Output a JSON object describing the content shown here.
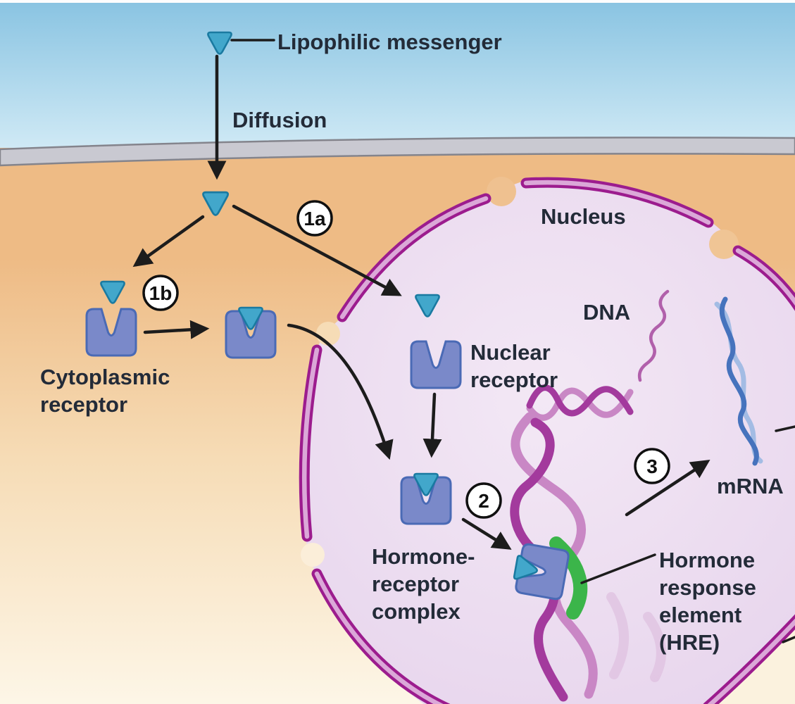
{
  "figure": {
    "labels": {
      "lipophilic_messenger": "Lipophilic messenger",
      "diffusion": "Diffusion",
      "cytoplasmic_receptor": [
        "Cytoplasmic",
        "receptor"
      ],
      "nucleus": "Nucleus",
      "nuclear_receptor": [
        "Nuclear",
        "receptor"
      ],
      "dna": "DNA",
      "hormone_receptor_complex": [
        "Hormone-",
        "receptor",
        "complex"
      ],
      "mrna": "mRNA",
      "hormone_response_element": [
        "Hormone",
        "response",
        "element",
        "(HRE)"
      ]
    },
    "steps": {
      "s1a": "1a",
      "s1b": "1b",
      "s2": "2",
      "s3": "3"
    },
    "colors": {
      "sky_top": "#8ac4e2",
      "sky_bottom": "#d6edf7",
      "membrane": "#c9c9d1",
      "membrane_border": "#84848c",
      "cytoplasm_top": "#eebb85",
      "cytoplasm_bottom": "#fdf6e7",
      "nucleus_fill": "#ecdcf0",
      "envelope_dark": "#9c1c8e",
      "envelope_light": "#dba8d8",
      "receptor_fill": "#7a89c9",
      "receptor_border": "#4a6ab5",
      "messenger_fill": "#42a7cb",
      "messenger_border": "#1a7aa1",
      "hre_green": "#3bb54a",
      "dna_light": "#c987c5",
      "dna_dark": "#a33a9d",
      "mrna_dark": "#4673bd",
      "mrna_light": "#a3bce4",
      "text": "#232b38",
      "arrow": "#1c1c1c"
    }
  }
}
